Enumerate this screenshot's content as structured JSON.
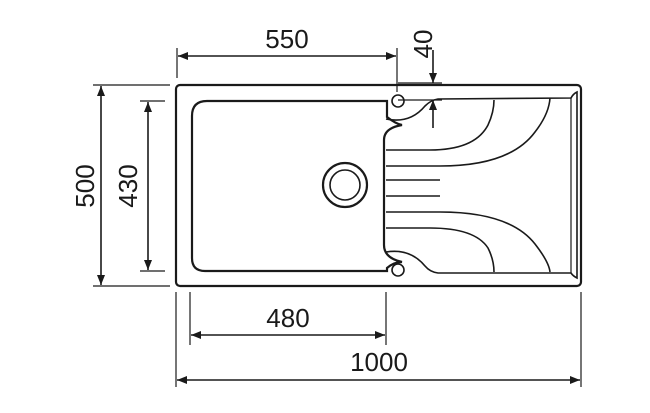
{
  "dimensions": {
    "overall_width": "1000",
    "overall_height": "500",
    "bowl_width": "480",
    "bowl_height": "430",
    "tap_offset": "550",
    "tap_hole_margin": "40"
  }
}
